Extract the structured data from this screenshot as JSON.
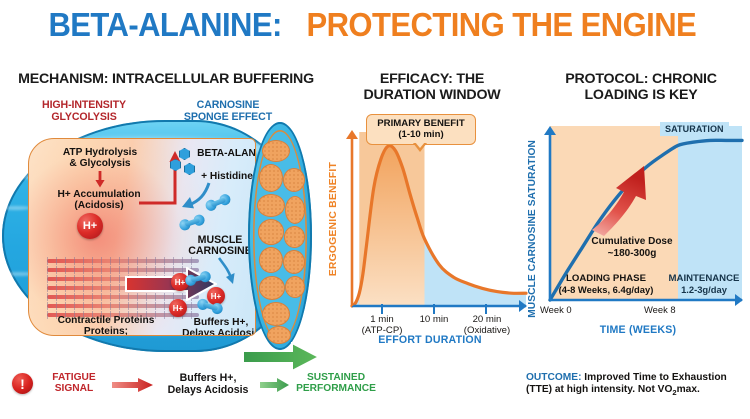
{
  "title": {
    "part1": "BETA-ALANINE:",
    "part2": "PROTECTING THE ENGINE",
    "color1": "#2079c4",
    "color2": "#ef7f1f"
  },
  "panels": {
    "left": {
      "heading": "MECHANISM: INTRACELLULAR BUFFERING",
      "sub_left": "HIGH-INTENSITY\nGLYCOLYSIS",
      "sub_left_line1": "HIGH-INTENSITY",
      "sub_left_line2": "GLYCOLYSIS",
      "sub_right_line1": "CARNOSINE",
      "sub_right_line2": "SPONGE EFFECT",
      "diagram": {
        "atp_line1": "ATP Hydrolysis",
        "atp_line2": "& Glycolysis",
        "accum_line1": "H+ Accumulation",
        "accum_line2": "(Acidosis)",
        "proton_label": "H+",
        "contractile_line1": "Contractile Proteins",
        "contractile_line2": "Proteins;",
        "beta_alanine": "BETA-ALANINE",
        "histidine": "+ Histidine",
        "carnosine_line1": "MUSCLE",
        "carnosine_line2": "CARNOSINE",
        "buffers_line1": "Buffers H+,",
        "buffers_line2": "Delays Acidosis"
      },
      "legend": {
        "icon": "exclamation-icon",
        "item1_line1": "FATIGUE",
        "item1_line2": "SIGNAL",
        "item2_line1": "Buffers H+,",
        "item2_line2": "Delays Acidosis",
        "item3_line1": "SUSTAINED",
        "item3_line2": "PERFORMANCE",
        "color1": "#c0262b",
        "color3": "#2f9e49"
      }
    },
    "middle": {
      "heading_line1": "EFFICACY: THE",
      "heading_line2": "DURATION WINDOW",
      "callout_line1": "PRIMARY BENEFIT",
      "callout_line2": "(1-10 min)"
    },
    "right": {
      "heading_line1": "PROTOCOL: CHRONIC",
      "heading_line2": "LOADING IS KEY",
      "saturation_label": "SATURATION",
      "dose_line1": "Cumulative Dose",
      "dose_line2": "~180-300g",
      "loading_title": "LOADING PHASE",
      "loading_detail": "(4-8 Weeks, 6.4g/day)",
      "maintenance_title": "MAINTENANCE",
      "maintenance_detail": "1.2-3g/day",
      "week_start": "Week 0",
      "week_end": "Week 8",
      "outcome_label": "OUTCOME:",
      "outcome_text_a": " Improved Time to Exhaustion",
      "outcome_text_b": "(TTE) at high intensity. Not VO",
      "outcome_sub": "2",
      "outcome_text_c": "max."
    }
  },
  "chart_data": [
    {
      "type": "line",
      "id": "efficacy-duration-window",
      "title": "EFFICACY: THE DURATION WINDOW",
      "xlabel": "EFFORT DURATION",
      "ylabel": "ERGOGENIC BENEFIT",
      "grid": false,
      "legend": "none",
      "xtick_labels": [
        "1 min",
        "10 min",
        "20 min"
      ],
      "xtick_sublabels": [
        "(ATP-CP)",
        "",
        "(Oxidative)"
      ],
      "x": [
        0,
        0.5,
        1,
        1.5,
        2,
        3,
        4,
        5,
        6,
        7,
        8,
        9,
        10,
        12,
        14,
        16,
        18,
        20,
        22,
        24
      ],
      "y": [
        0,
        2,
        8,
        20,
        38,
        74,
        92,
        100,
        97,
        86,
        70,
        55,
        42,
        26,
        18,
        14,
        11,
        9,
        8,
        8
      ],
      "ylim": [
        0,
        105
      ],
      "xlim": [
        0,
        24
      ],
      "shaded_region": {
        "label": "PRIMARY BENEFIT (1-10 min)",
        "from": 1,
        "to": 10,
        "color": "#f7c89a"
      },
      "background_band_color": "#bfe3f7",
      "line_color": "#e8772a",
      "annotations": [
        "PRIMARY BENEFIT",
        "(1-10 min)"
      ]
    },
    {
      "type": "line",
      "id": "chronic-loading-saturation",
      "title": "PROTOCOL: CHRONIC LOADING IS KEY",
      "xlabel": "TIME (WEEKS)",
      "ylabel": "MUSCLE CARNOSINE SATURATION",
      "grid": false,
      "legend": "none",
      "xtick_labels": [
        "Week 0",
        "Week 8"
      ],
      "x": [
        0,
        1,
        2,
        3,
        4,
        5,
        6,
        7,
        8,
        9,
        10,
        11,
        12
      ],
      "y": [
        0,
        16,
        31,
        46,
        59,
        70,
        79,
        86,
        92,
        94,
        95,
        95,
        95
      ],
      "ylim": [
        0,
        100
      ],
      "xlim": [
        0,
        12
      ],
      "line_color": "#1f6fae",
      "regions": [
        {
          "label": "LOADING PHASE (4-8 Weeks, 6.4g/day)",
          "from": 0,
          "to": 8,
          "color": "#fbd9b6"
        },
        {
          "label": "MAINTENANCE 1.2-3g/day",
          "from": 8,
          "to": 12,
          "color": "#bfe3f7"
        }
      ],
      "annotations": [
        "SATURATION",
        "Cumulative Dose ~180-300g"
      ]
    }
  ]
}
